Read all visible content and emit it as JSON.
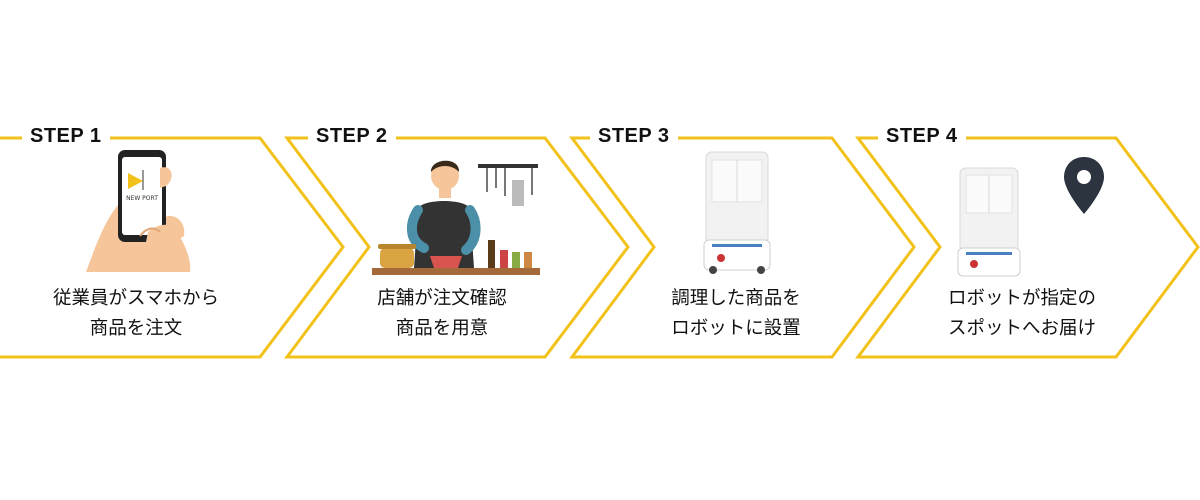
{
  "colors": {
    "accent": "#f2c11a",
    "text": "#111111"
  },
  "steps": [
    {
      "label": "STEP 1",
      "line1": "従業員がスマホから",
      "line2": "商品を注文",
      "icon": "phone-order-icon",
      "app_name": "NEW PORT"
    },
    {
      "label": "STEP 2",
      "line1": "店舗が注文確認",
      "line2": "商品を用意",
      "icon": "chef-cooking-icon"
    },
    {
      "label": "STEP 3",
      "line1": "調理した商品を",
      "line2": "ロボットに設置",
      "icon": "delivery-robot-icon"
    },
    {
      "label": "STEP 4",
      "line1": "ロボットが指定の",
      "line2": "スポットへお届け",
      "icon": "delivery-robot-icon",
      "extra_icon": "location-pin-icon"
    }
  ]
}
